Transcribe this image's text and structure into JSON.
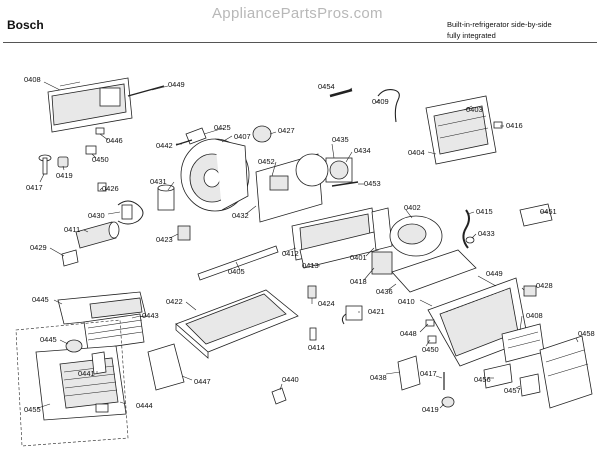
{
  "header": {
    "brand": "Bosch",
    "site": "AppliancePartsPros.com",
    "description_line1": "Built-in-refrigerator side-by-side",
    "description_line2": "fully integrated"
  },
  "callouts": {
    "c0408a": "0408",
    "c0449a": "0449",
    "c0446": "0446",
    "c0450a": "0450",
    "c0417a": "0417",
    "c0419a": "0419",
    "c0426": "0426",
    "c0430": "0430",
    "c0411": "0411",
    "c0429": "0429",
    "c0445a": "0445",
    "c0443": "0443",
    "c0445b": "0445",
    "c0441": "0441",
    "c0455": "0455",
    "c0444": "0444",
    "c0425": "0425",
    "c0442": "0442",
    "c0407": "0407",
    "c0427": "0427",
    "c0431": "0431",
    "c0423": "0423",
    "c0432": "0432",
    "c0452": "0452",
    "c0454": "0454",
    "c0409": "0409",
    "c0435": "0435",
    "c0434": "0434",
    "c0453": "0453",
    "c0403": "0403",
    "c0404": "0404",
    "c0416": "0416",
    "c0402": "0402",
    "c0415": "0415",
    "c0451": "0451",
    "c0433": "0433",
    "c0412": "0412",
    "c0413": "0413",
    "c0401": "0401",
    "c0418": "0418",
    "c0436": "0436",
    "c0405": "0405",
    "c0422": "0422",
    "c0424": "0424",
    "c0414": "0414",
    "c0421": "0421",
    "c0447": "0447",
    "c0440": "0440",
    "c0410": "0410",
    "c0449b": "0449",
    "c0428": "0428",
    "c0408b": "0408",
    "c0448": "0448",
    "c0450b": "0450",
    "c0458": "0458",
    "c0438": "0438",
    "c0417b": "0417",
    "c0456": "0456",
    "c0457": "0457",
    "c0419b": "0419"
  }
}
